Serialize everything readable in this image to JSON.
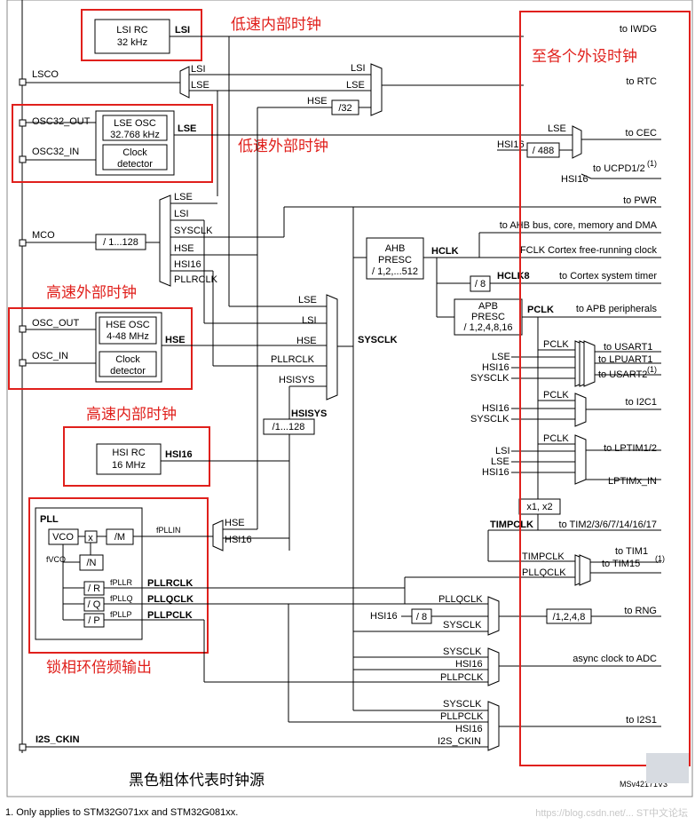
{
  "annotations": {
    "lsi_internal": "低速内部时钟",
    "lse_external": "低速外部时钟",
    "hse_external": "高速外部时钟",
    "hsi_internal": "高速内部时钟",
    "to_peripherals": "至各个外设时钟",
    "pll_output": "锁相环倍频输出",
    "bold_note": "黑色粗体代表时钟源"
  },
  "blocks": {
    "lsi_rc": [
      "LSI RC",
      "32 kHz"
    ],
    "lse_osc": [
      "LSE OSC",
      "32.768 kHz"
    ],
    "lse_clock_detector": [
      "Clock",
      "detector"
    ],
    "hse_osc": [
      "HSE OSC",
      "4-48 MHz"
    ],
    "hse_clock_detector": [
      "Clock",
      "detector"
    ],
    "hsi_rc": [
      "HSI RC",
      "16 MHz"
    ],
    "ahb_presc": [
      "AHB",
      "PRESC",
      "/ 1,2,...512"
    ],
    "apb_presc": [
      "APB",
      "PRESC",
      "/ 1,2,4,8,16"
    ],
    "pll": {
      "title": "PLL",
      "vco": "VCO",
      "x": "x",
      "m": "/M",
      "n": "/N",
      "r": "/ R",
      "q": "/ Q",
      "p": "/ P"
    }
  },
  "pins": {
    "lsco": "LSCO",
    "osc32_out": "OSC32_OUT",
    "osc32_in": "OSC32_IN",
    "mco": "MCO",
    "osc_out": "OSC_OUT",
    "osc_in": "OSC_IN",
    "i2s_ckin": "I2S_CKIN"
  },
  "signals": {
    "lsi": "LSI",
    "lse": "LSE",
    "hse": "HSE",
    "hsi16": "HSI16",
    "hsisys": "HSISYS",
    "sysclk": "SYSCLK",
    "pllrclk": "PLLRCLK",
    "pllqclk": "PLLQCLK",
    "pllpclk": "PLLPCLK",
    "hclk": "HCLK",
    "hclk8": "HCLK8",
    "pclk": "PCLK",
    "timpclk": "TIMPCLK",
    "i2s_ckin": "I2S_CKIN",
    "f_pllin": "fPLLIN",
    "f_vco": "fVCO",
    "f_pllr": "fPLLR",
    "f_pllq": "fPLLQ",
    "f_pllp": "fPLLP"
  },
  "dividers": {
    "div32": "/32",
    "div488": "/ 488",
    "mco_div": "/ 1...128",
    "hsisys_div": "/1...128",
    "div8": "/ 8",
    "rng_div": "/1,2,4,8",
    "x1x2": "x1, x2"
  },
  "outputs": {
    "iwdg": "to IWDG",
    "rtc": "to RTC",
    "cec": "to CEC",
    "ucpd": "to UCPD1/2",
    "pwr": "to PWR",
    "ahb": "to AHB bus, core, memory and DMA",
    "fclk": "FCLK Cortex free-running clock",
    "cortex_timer": "to Cortex system timer",
    "apb": "to APB peripherals",
    "usart1": "to USART1",
    "lpuart1": "to LPUART1",
    "usart2": "to USART2",
    "i2c1": "to I2C1",
    "lptim": "to LPTIM1/2",
    "lptimx_in": "LPTIMx_IN",
    "tim_group": "to TIM2/3/6/7/14/16/17",
    "tim1": "to TIM1",
    "tim15": "to TIM15",
    "rng": "to RNG",
    "adc": "async clock to ADC",
    "i2s1": "to I2S1"
  },
  "footnote_mark": "(1)",
  "diagram_id": "MSv42171V3",
  "footnote": "1.   Only applies to STM32G071xx and STM32G081xx.",
  "watermark": "https://blog.csdn.net/...  ST中文论坛"
}
